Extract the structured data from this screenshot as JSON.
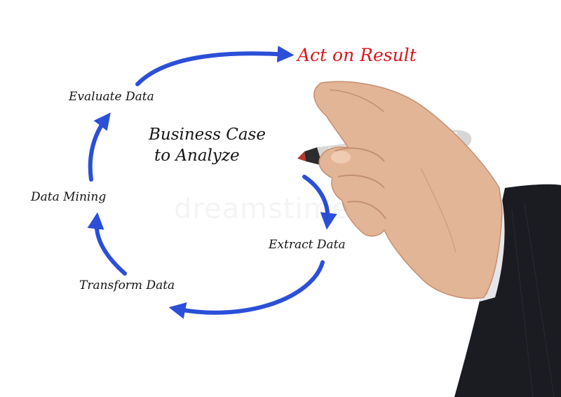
{
  "diagram": {
    "center_title_line1": "Business Case",
    "center_title_line2": "to  Analyze",
    "steps": {
      "extract": "Extract  Data",
      "transform": "Transform Data",
      "mining": "Data Mining",
      "evaluate": "Evaluate Data",
      "act": "Act on Result"
    },
    "colors": {
      "arrow": "#2b4fd8",
      "text": "#151515",
      "accent": "#d8171c"
    }
  },
  "watermark": "dreamstime"
}
